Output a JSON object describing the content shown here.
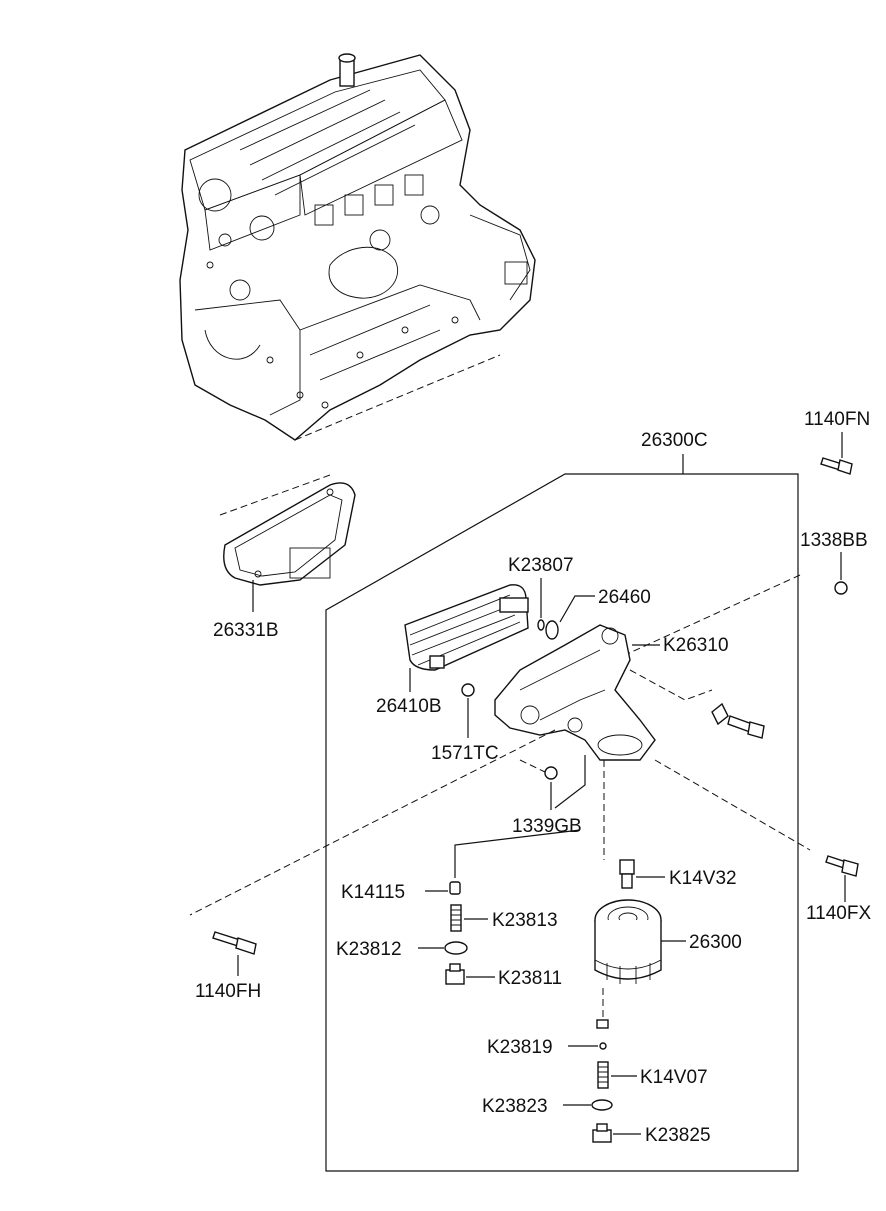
{
  "labels": {
    "l_26300C": "26300C",
    "l_1140FN": "1140FN",
    "l_1338BB": "1338BB",
    "l_26331B": "26331B",
    "l_K23807": "K23807",
    "l_26460": "26460",
    "l_K26310": "K26310",
    "l_26410B": "26410B",
    "l_1571TC": "1571TC",
    "l_1339GB": "1339GB",
    "l_K14V32": "K14V32",
    "l_1140FX": "1140FX",
    "l_K14115": "K14115",
    "l_K23813": "K23813",
    "l_26300": "26300",
    "l_K23812": "K23812",
    "l_1140FH": "1140FH",
    "l_K23811": "K23811",
    "l_K23819": "K23819",
    "l_K14V07": "K14V07",
    "l_K23823": "K23823",
    "l_K23825": "K23825"
  }
}
